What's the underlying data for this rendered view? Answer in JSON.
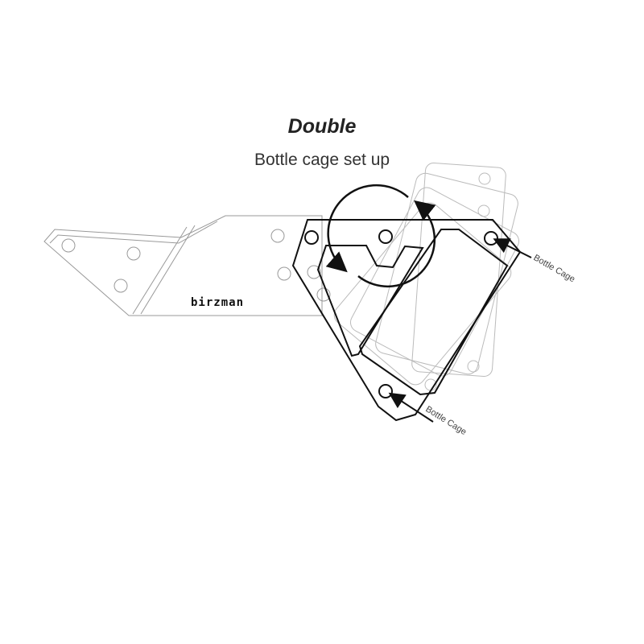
{
  "title": "Double",
  "subtitle": "Bottle cage set up",
  "diagram": {
    "brand_logo": "birzman",
    "labels": {
      "upper_mount": "Bottle Cage",
      "lower_mount": "Bottle Cage"
    }
  }
}
